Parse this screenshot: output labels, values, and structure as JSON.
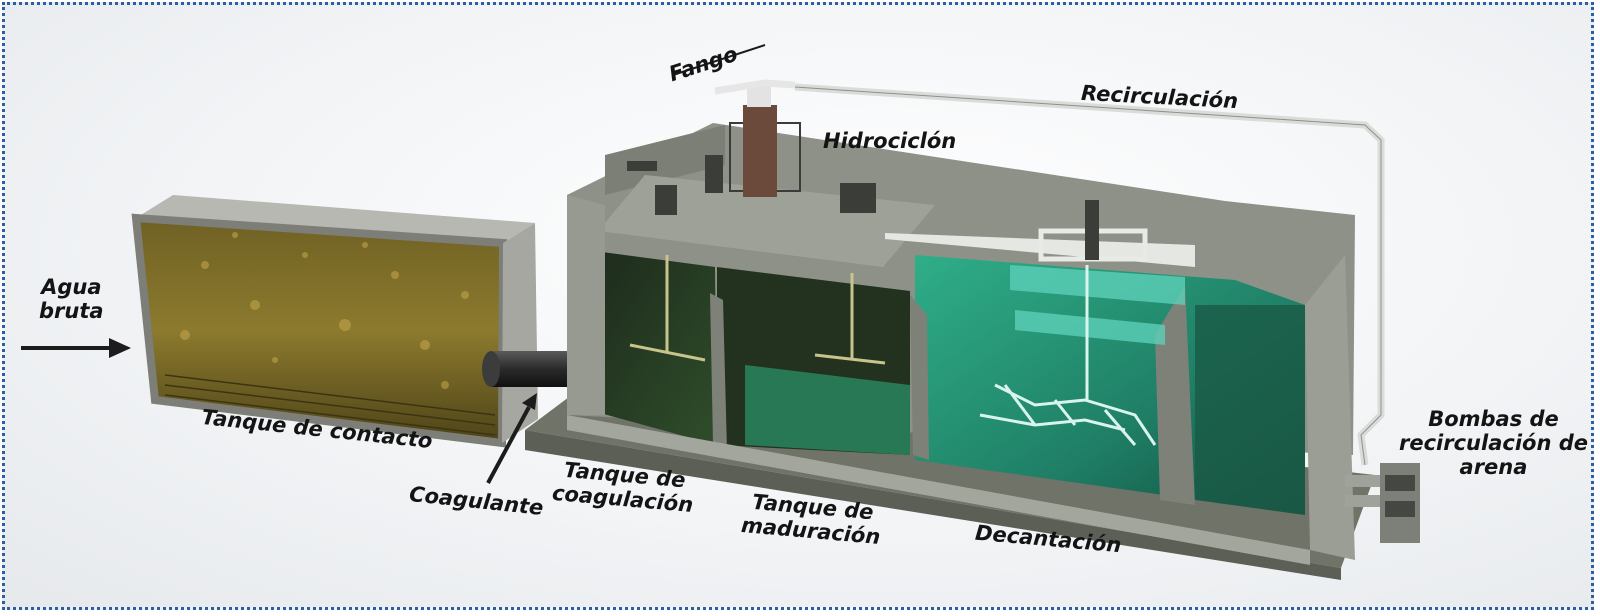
{
  "labels": {
    "agua": "Agua\nbruta",
    "fango": "Fango",
    "recirculacion": "Recirculación",
    "hidrociclon": "Hidrociclón",
    "tanque_contacto": "Tanque de contacto",
    "coagulante": "Coagulante",
    "tanque_coagulacion": "Tanque de\ncoagulación",
    "tanque_maduracion": "Tanque de\nmaduración",
    "decantacion": "Decantación",
    "bombas": "Bombas de\nrecirculación de\narena"
  },
  "colors": {
    "frame_border": "#2a5fa6",
    "concrete": "#8d9188",
    "raw_water": "#8a7a30",
    "green_water": "#2fa985",
    "arrow": "#1c1c1c"
  }
}
